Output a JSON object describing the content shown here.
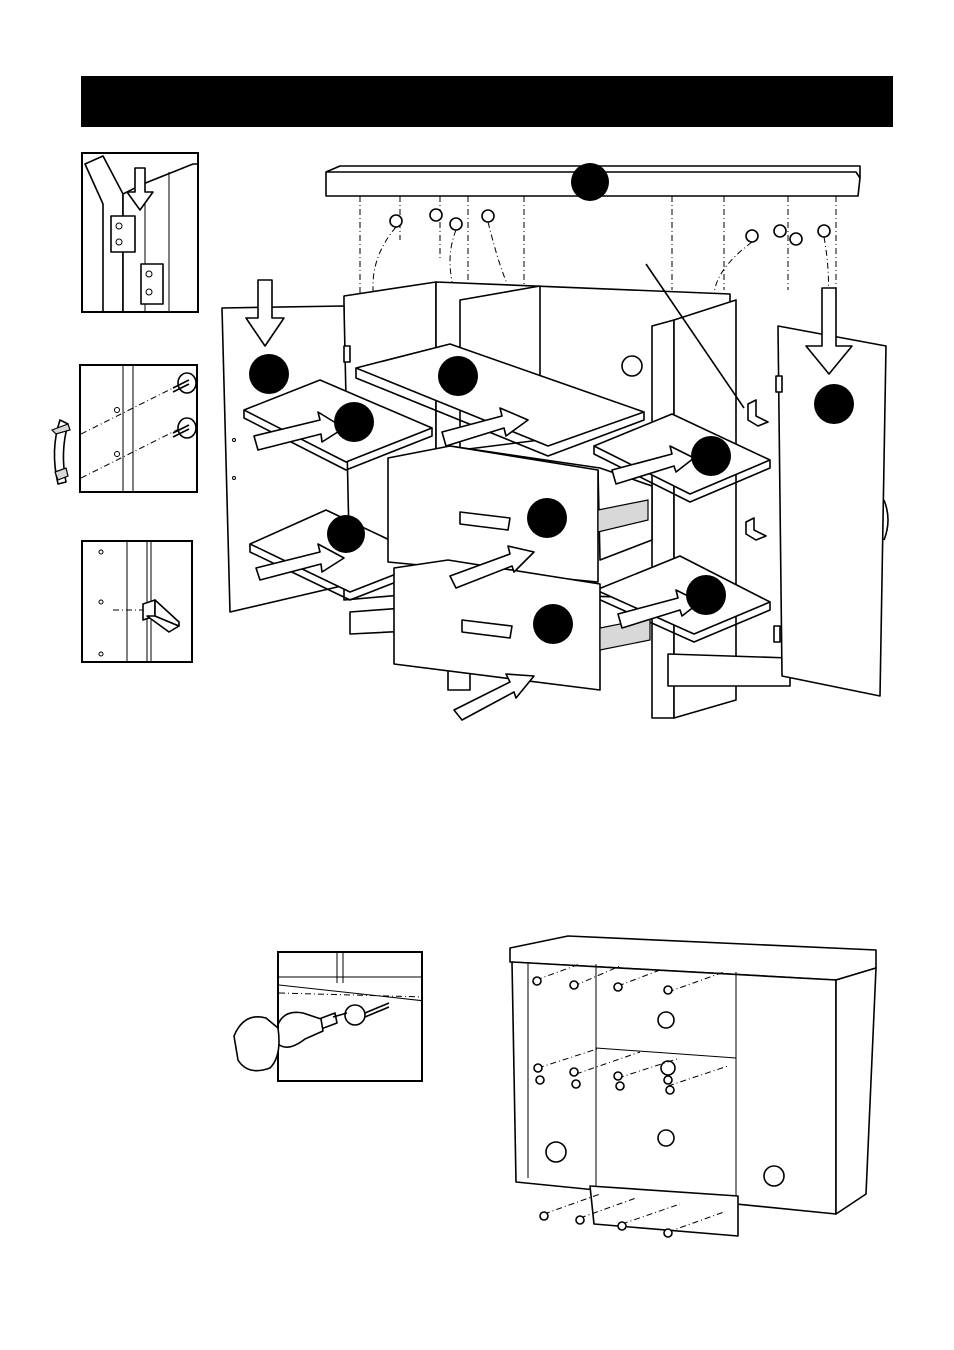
{
  "header": {
    "title": ""
  },
  "part_callouts": [
    {
      "id": "top-panel",
      "label": ""
    },
    {
      "id": "left-door",
      "label": ""
    },
    {
      "id": "right-door",
      "label": ""
    },
    {
      "id": "upper-left-shelf",
      "label": ""
    },
    {
      "id": "lower-left-shelf",
      "label": ""
    },
    {
      "id": "center-shelf",
      "label": ""
    },
    {
      "id": "upper-drawer",
      "label": ""
    },
    {
      "id": "lower-drawer",
      "label": ""
    },
    {
      "id": "upper-right-shelf",
      "label": ""
    },
    {
      "id": "lower-right-shelf",
      "label": ""
    }
  ],
  "icons": {
    "hinge": "hinge-detail-icon",
    "handle": "handle-detail-icon",
    "shelf_pin": "shelf-pin-detail-icon",
    "screwdriver": "screwdriver-icon",
    "screw": "screw-icon",
    "cam_lock": "cam-lock-icon"
  },
  "colors": {
    "title_bar": "#000000",
    "line": "#000000",
    "paper": "#ffffff"
  }
}
